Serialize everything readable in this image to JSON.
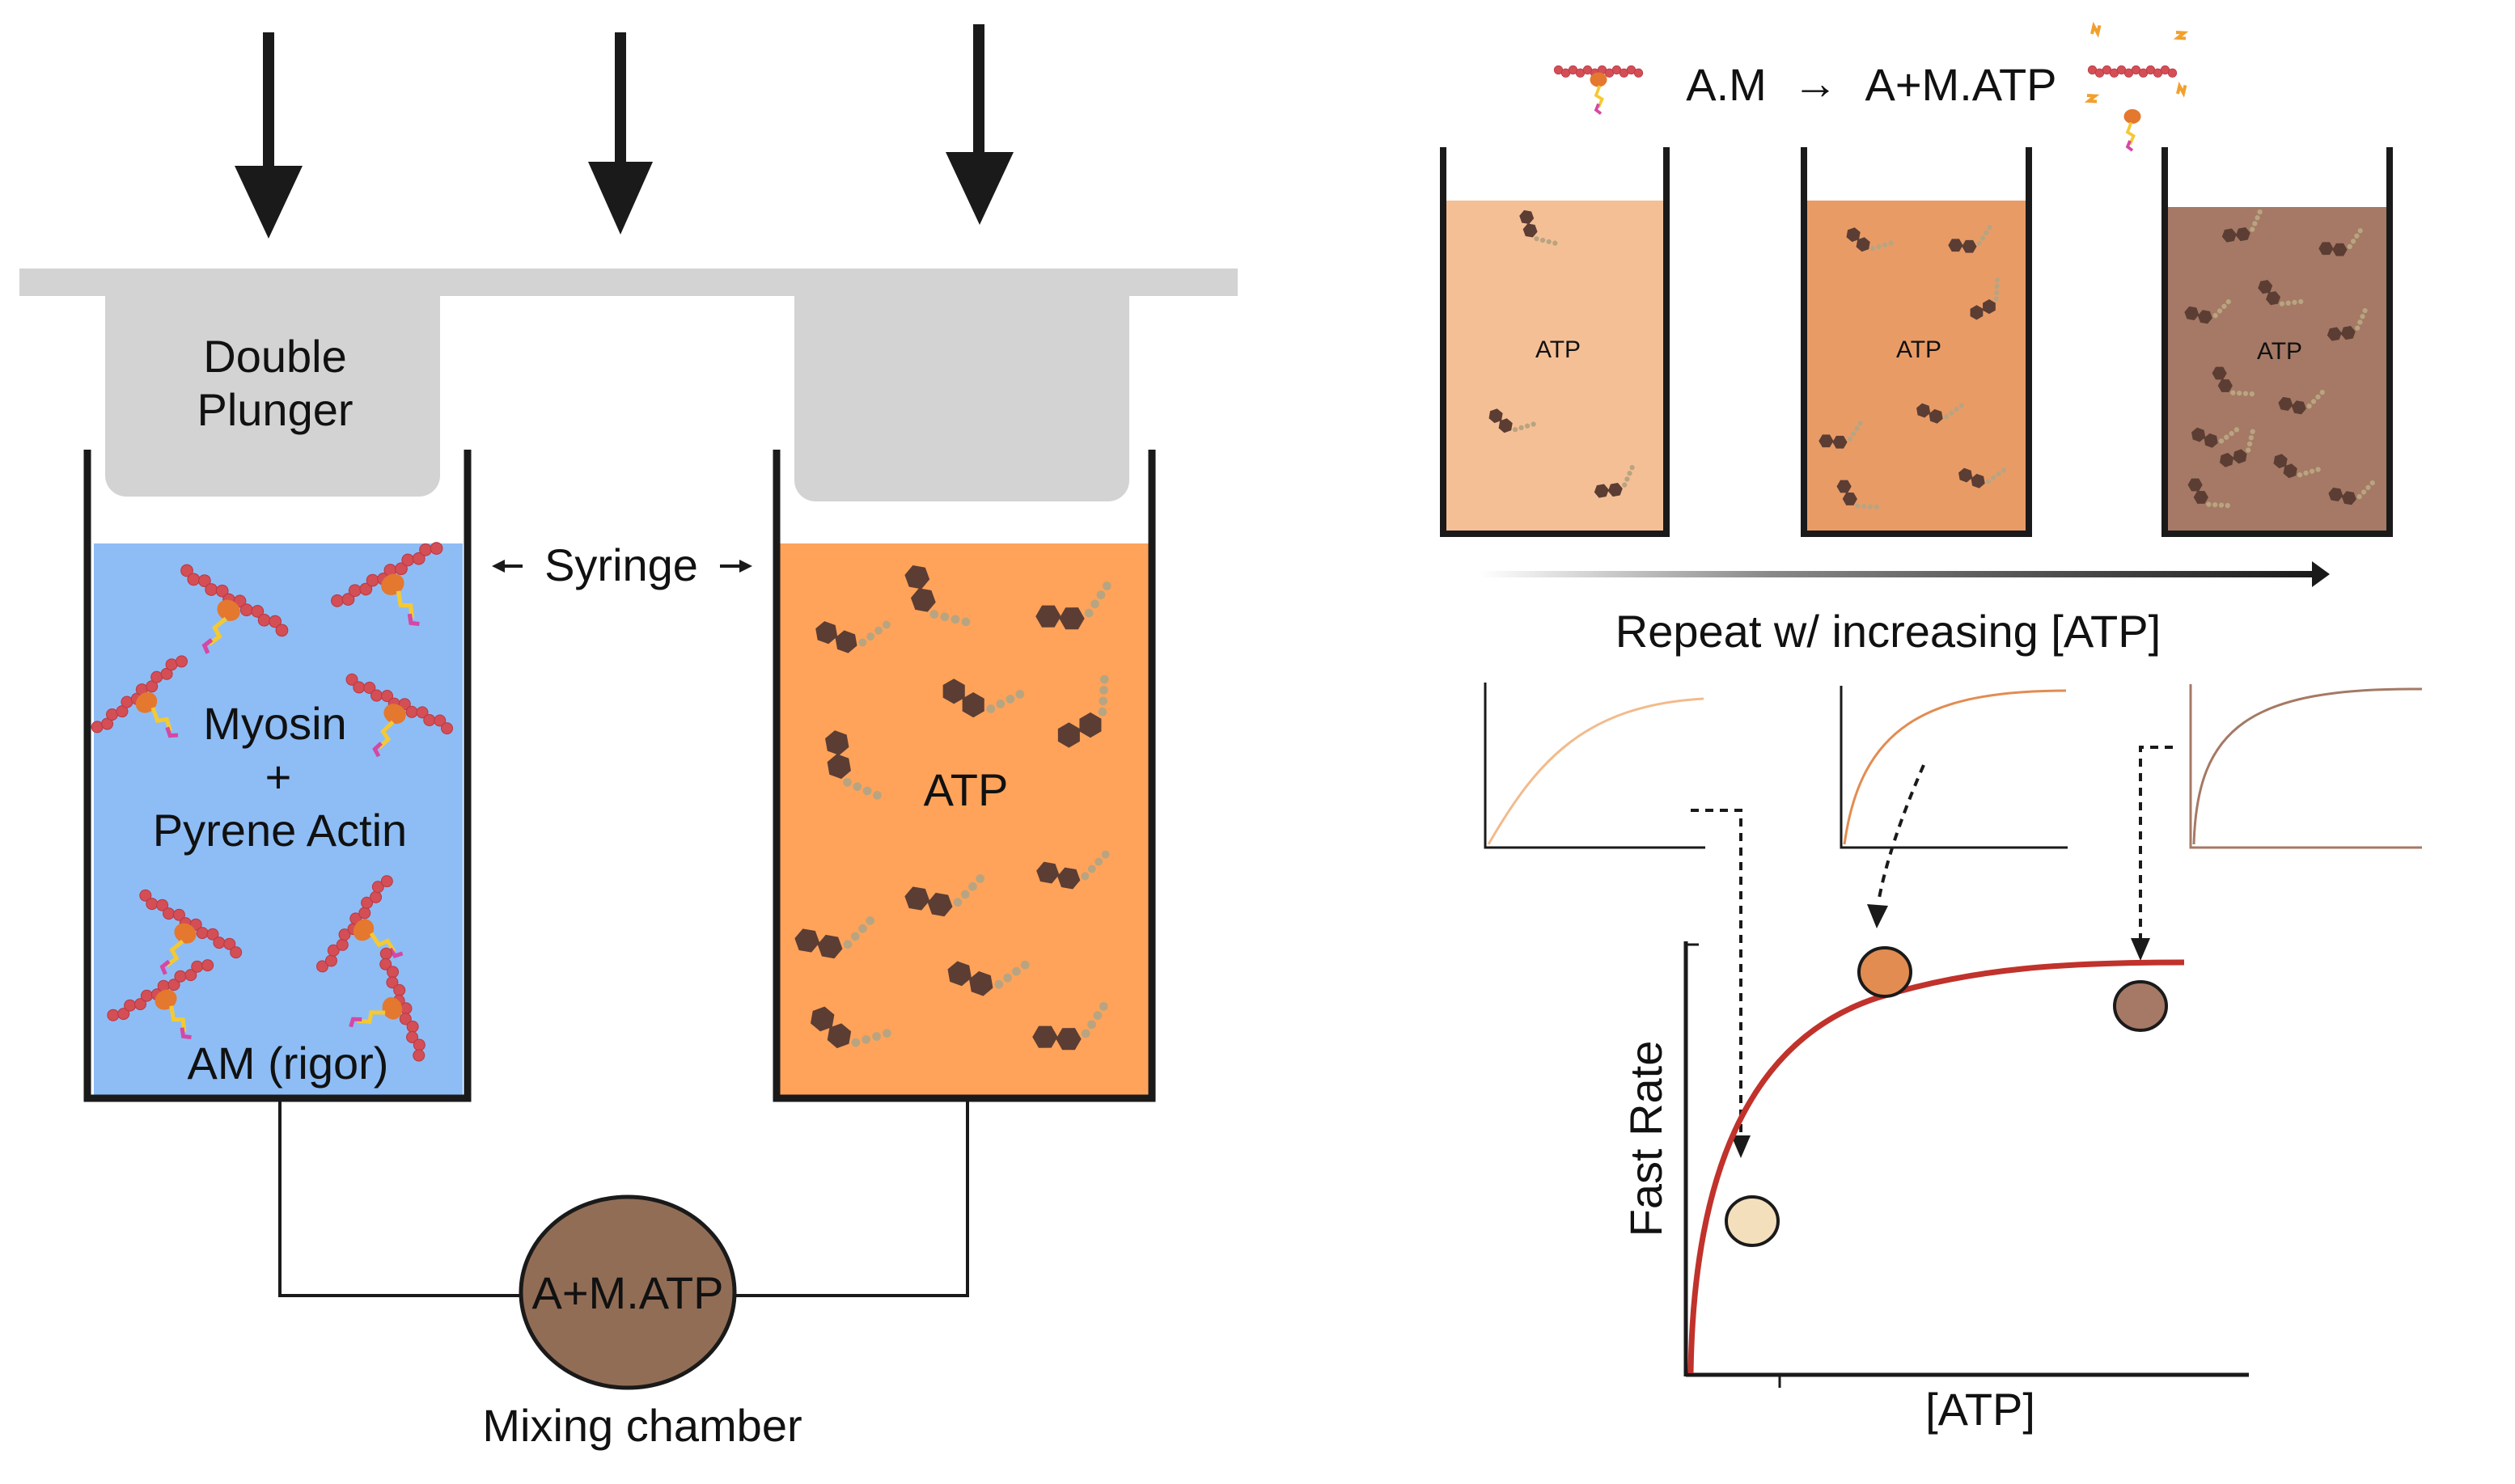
{
  "plunger": {
    "label_line1": "Double",
    "label_line2": "Plunger",
    "syringe_label": "Syringe"
  },
  "left_syringe": {
    "line1": "Myosin",
    "line2": "+",
    "line3": "Pyrene Actin",
    "bottom_label": "AM (rigor)"
  },
  "right_syringe": {
    "label": "ATP"
  },
  "mixing": {
    "chamber_text": "A+M.ATP",
    "caption": "Mixing chamber"
  },
  "reaction": {
    "left": "A.M",
    "arrow": "→",
    "right": "A+M.ATP"
  },
  "beakers": [
    {
      "label": "ATP",
      "fill": "#f5bf96"
    },
    {
      "label": "ATP",
      "fill": "#e99b66"
    },
    {
      "label": "ATP",
      "fill": "#a57965"
    }
  ],
  "repeat_text": "Repeat w/ increasing [ATP]",
  "traces": [
    {
      "color": "#f2bb8c"
    },
    {
      "color": "#e28c52"
    },
    {
      "color": "#a57965"
    }
  ],
  "chart_data": {
    "type": "scatter",
    "xlabel": "[ATP]",
    "ylabel": "Fast Rate",
    "fit_color": "#c0322b",
    "points": [
      {
        "color": "#f4dfbd"
      },
      {
        "color": "#e28c52"
      },
      {
        "color": "#a57965"
      }
    ]
  },
  "colors": {
    "blue_fill": "#8ebdf5",
    "orange_fill": "#ffa35a",
    "plunger_grey": "#d3d3d3",
    "chamber_brown": "#926d56",
    "atp_brown": "#5b3d33",
    "actin_red": "#d44e56"
  }
}
